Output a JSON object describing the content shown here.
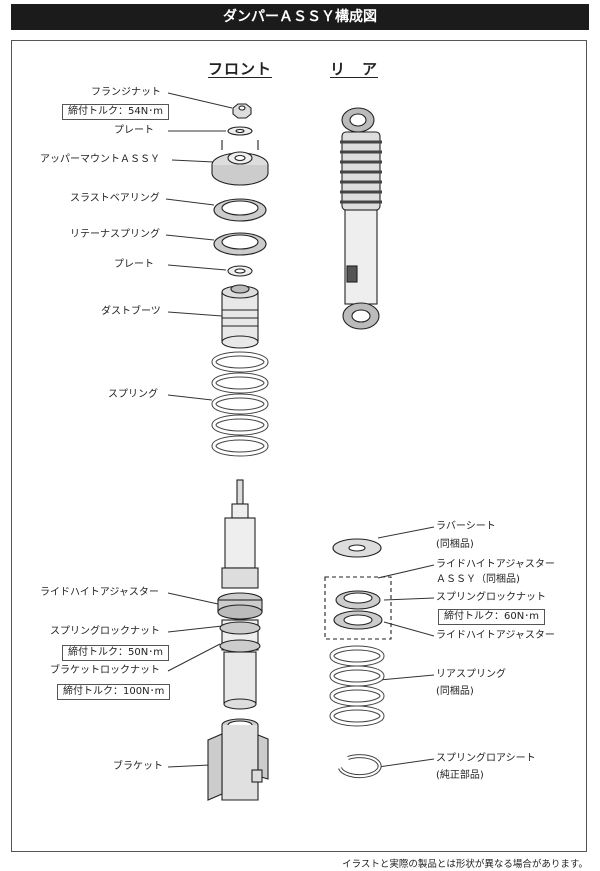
{
  "title": "ダンパーＡＳＳＹ構成図",
  "headers": {
    "front": "フロント",
    "rear": "リ　ア"
  },
  "front_parts": {
    "flange_nut": "フランジナット",
    "flange_nut_torque": "締付トルク：54N･m",
    "plate_top": "プレート",
    "upper_mount": "アッパーマウントＡＳＳＹ",
    "thrust_bearing": "スラストベアリング",
    "retainer_spring": "リテーナスプリング",
    "plate_mid": "プレート",
    "dust_boot": "ダストブーツ",
    "spring": "スプリング",
    "ride_height_adjuster": "ライドハイトアジャスター",
    "spring_lock_nut": "スプリングロックナット",
    "spring_lock_nut_torque": "締付トルク：50N･m",
    "bracket_lock_nut": "ブラケットロックナット",
    "bracket_lock_nut_torque": "締付トルク：100N･m",
    "bracket": "ブラケット"
  },
  "rear_parts": {
    "rubber_seat": "ラバーシート",
    "rubber_seat_note": "(同梱品)",
    "ride_height_adjuster_assy": "ライドハイトアジャスター",
    "ride_height_adjuster_assy_2": "ＡＳＳＹ（同梱品)",
    "spring_lock_nut": "スプリングロックナット",
    "spring_lock_nut_torque": "締付トルク：60N･m",
    "ride_height_adjuster": "ライドハイトアジャスター",
    "rear_spring": "リアスプリング",
    "rear_spring_note": "(同梱品)",
    "spring_lower_seat": "スプリングロアシート",
    "spring_lower_seat_note": "(純正部品)"
  },
  "footer": "イラストと実際の製品とは形状が異なる場合があります。"
}
